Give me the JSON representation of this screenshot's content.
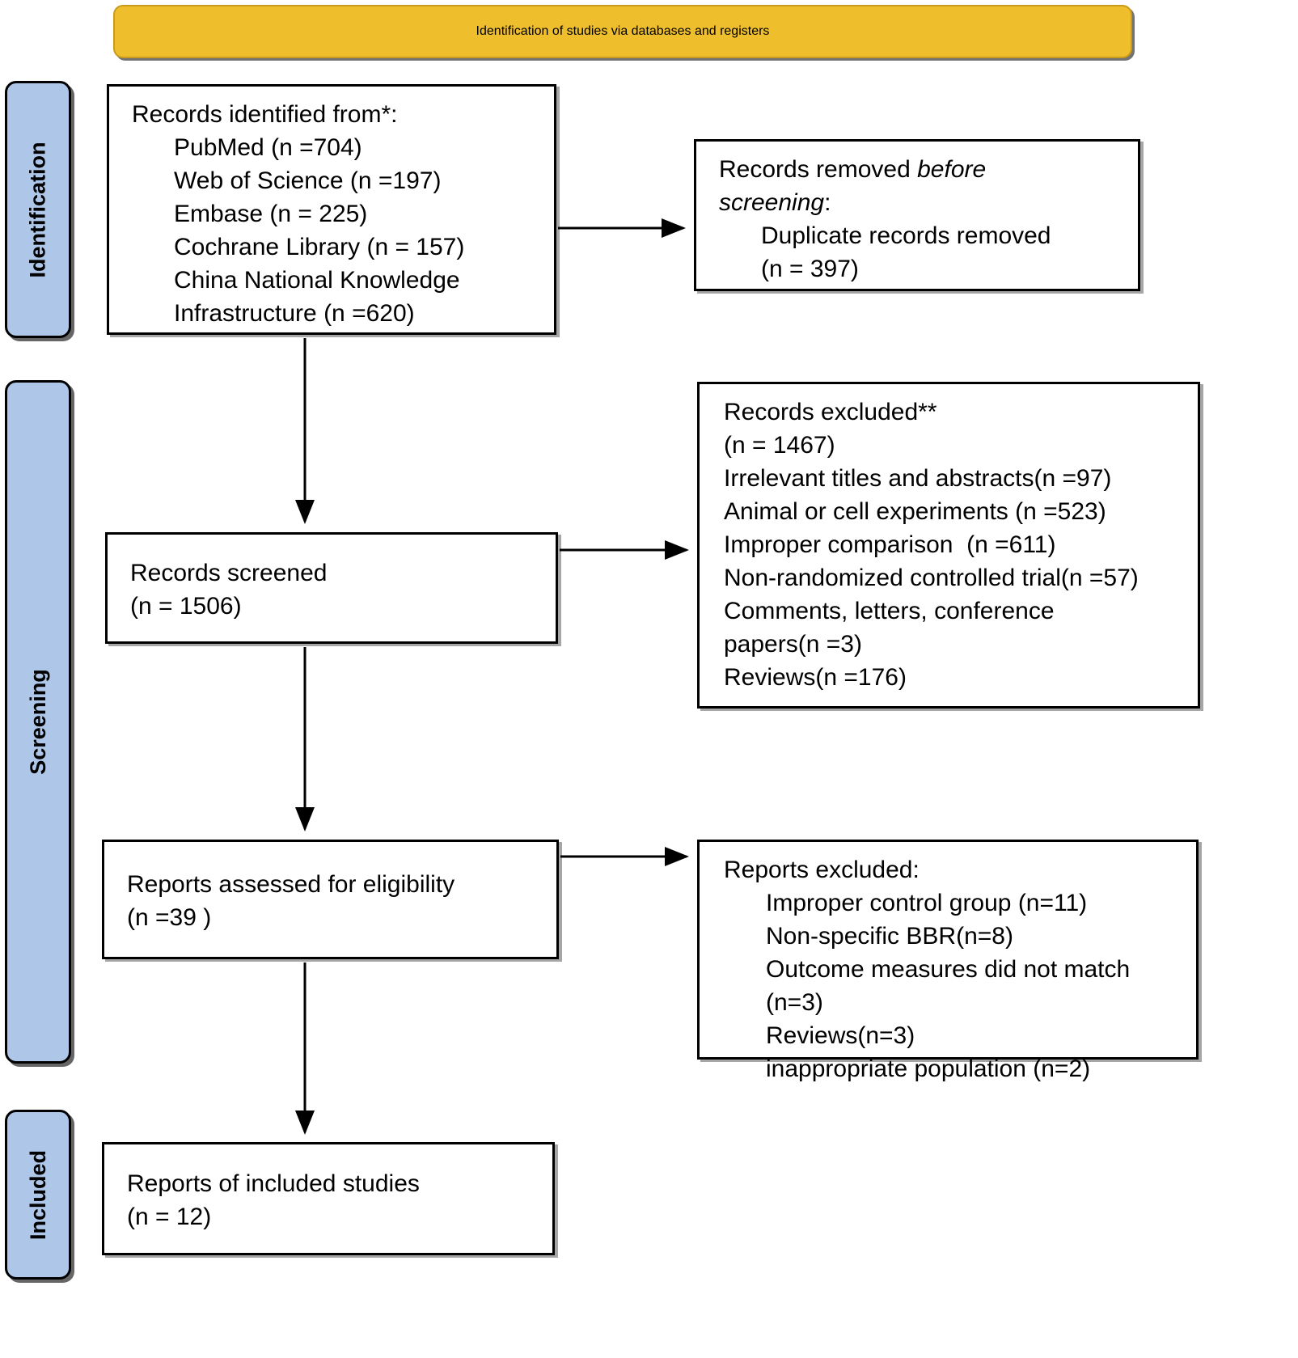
{
  "banner": {
    "title": "Identification of studies via databases and registers"
  },
  "colors": {
    "banner_fill": "#EFBE2D",
    "stage_fill": "#AEC6E8",
    "box_fill": "#FFFFFF",
    "stroke": "#000000"
  },
  "stages": [
    {
      "name": "identification",
      "label": "Identification"
    },
    {
      "name": "screening",
      "label": "Screening"
    },
    {
      "name": "included",
      "label": "Included"
    }
  ],
  "boxes": {
    "records_identified": {
      "title": "Records identified from*:",
      "items": [
        "PubMed (n =704)",
        "Web of Science (n =197)",
        "Embase (n = 225)",
        "Cochrane Library (n = 157)",
        "China National Knowledge",
        "Infrastructure (n =620)"
      ]
    },
    "records_removed": {
      "line1_plain": "Records removed ",
      "line1_italic": "before",
      "line2_italic": "screening",
      "line2_plain": ":",
      "items": [
        "Duplicate records removed",
        "(n = 397)"
      ]
    },
    "records_screened": {
      "title": "Records screened",
      "count": "(n = 1506)"
    },
    "records_excluded": {
      "title": "Records excluded**",
      "count": "(n = 1467)",
      "items": [
        "Irrelevant titles and abstracts(n =97)",
        "Animal or cell experiments (n =523)",
        "Improper comparison  (n =611)",
        "Non-randomized controlled trial(n =57)",
        "Comments, letters, conference",
        "papers(n =3)",
        "Reviews(n =176)"
      ]
    },
    "reports_assessed": {
      "title": "Reports assessed for eligibility",
      "count": "(n =39 )"
    },
    "reports_excluded": {
      "title": "Reports excluded:",
      "items": [
        "Improper control group (n=11)",
        "Non-specific BBR(n=8)",
        "Outcome measures did not match",
        "(n=3)",
        "Reviews(n=3)",
        "inappropriate population (n=2)"
      ]
    },
    "reports_included": {
      "title": "Reports of included studies",
      "count": "(n = 12)"
    }
  }
}
